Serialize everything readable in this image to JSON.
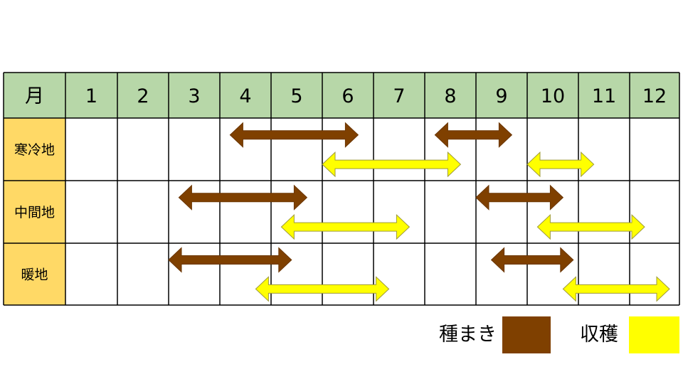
{
  "header": {
    "month_label": "月",
    "months": [
      "1",
      "2",
      "3",
      "4",
      "5",
      "6",
      "7",
      "8",
      "9",
      "10",
      "11",
      "12"
    ]
  },
  "regions": [
    {
      "name": "寒冷地",
      "sowing": [
        {
          "start_month": 4.2,
          "end_month": 6.7
        },
        {
          "start_month": 8.2,
          "end_month": 9.7
        }
      ],
      "harvest": [
        {
          "start_month": 6.0,
          "end_month": 8.7
        },
        {
          "start_month": 10.0,
          "end_month": 11.3
        }
      ]
    },
    {
      "name": "中間地",
      "sowing": [
        {
          "start_month": 3.2,
          "end_month": 5.7
        },
        {
          "start_month": 9.0,
          "end_month": 10.7
        }
      ],
      "harvest": [
        {
          "start_month": 5.2,
          "end_month": 7.7
        },
        {
          "start_month": 10.2,
          "end_month": 12.3
        }
      ]
    },
    {
      "name": "暖地",
      "sowing": [
        {
          "start_month": 3.0,
          "end_month": 5.4
        },
        {
          "start_month": 9.3,
          "end_month": 10.9
        }
      ],
      "harvest": [
        {
          "start_month": 4.7,
          "end_month": 7.3
        },
        {
          "start_month": 10.7,
          "end_month": 12.8
        }
      ]
    }
  ],
  "legend": {
    "sowing_label": "種まき",
    "harvest_label": "収穫"
  },
  "colors": {
    "header_bg": "#b7d7a8",
    "region_bg": "#ffd966",
    "sowing": "#7f4000",
    "harvest": "#ffff00",
    "grid": "#000000"
  }
}
